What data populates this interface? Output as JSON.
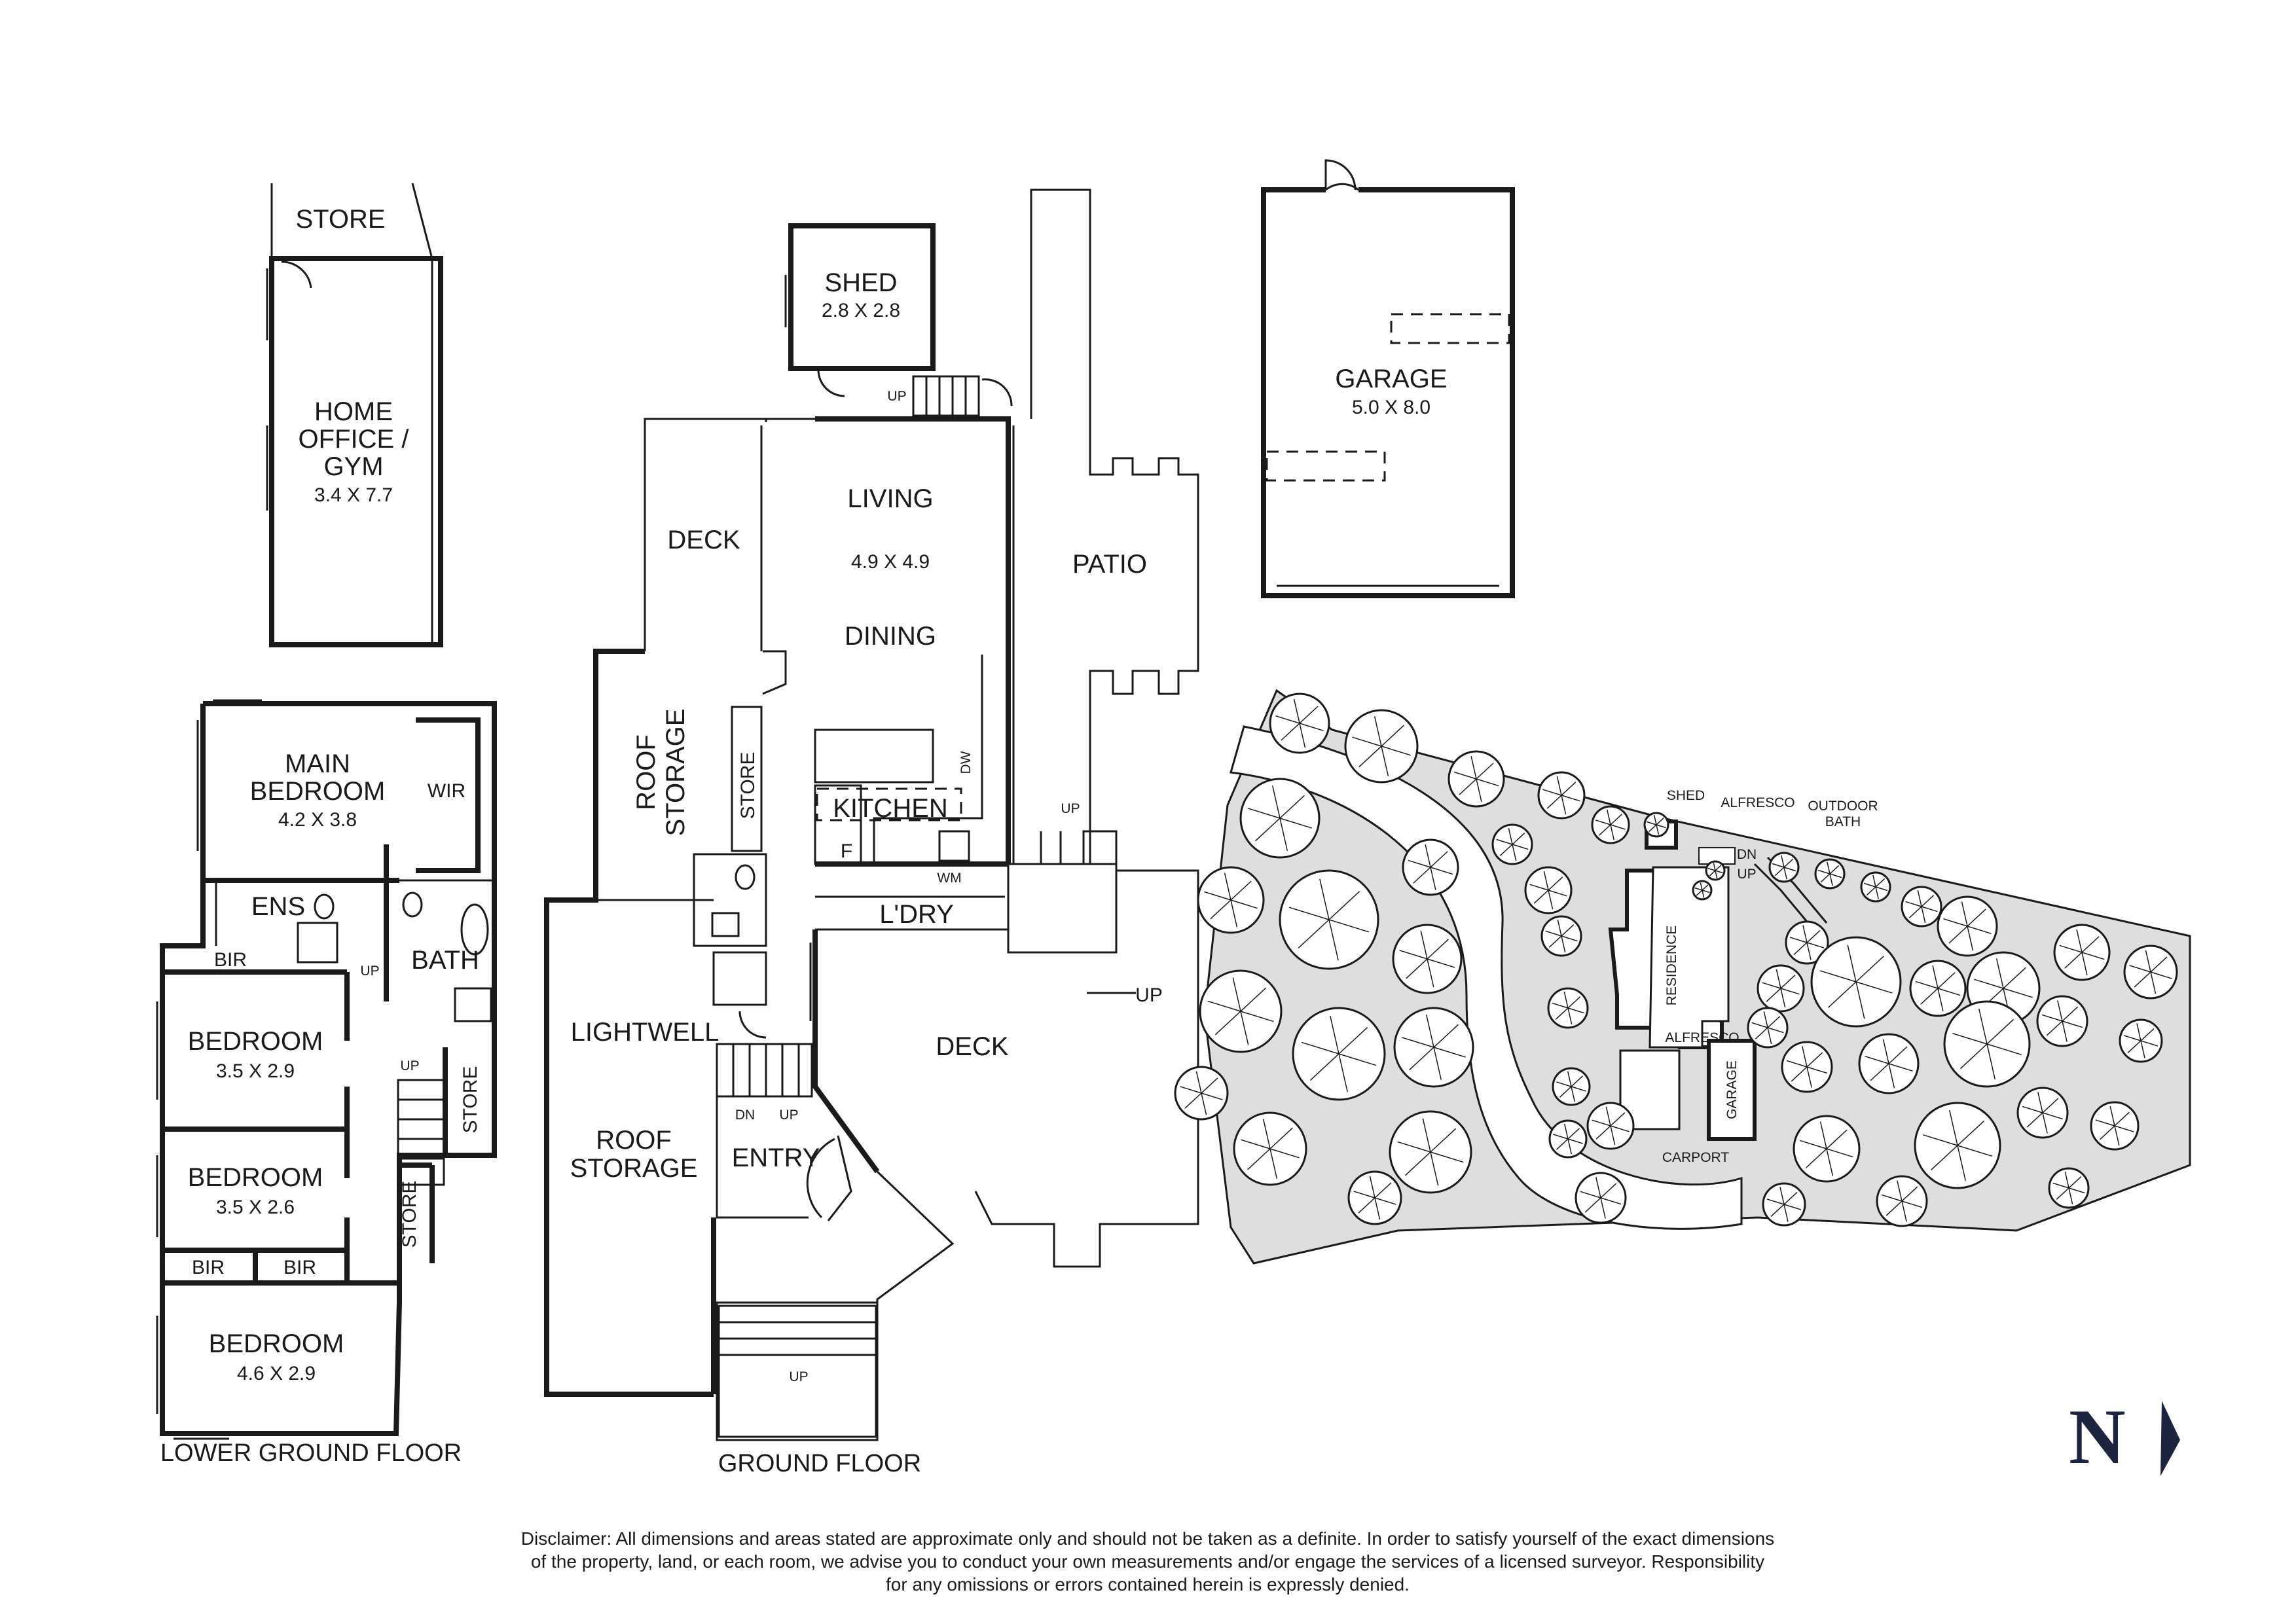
{
  "rooms": {
    "store_top": "STORE",
    "home_office": [
      "HOME",
      "OFFICE /",
      "GYM"
    ],
    "home_office_dim": "3.4 X 7.7",
    "shed": "SHED",
    "shed_dim": "2.8 X 2.8",
    "garage": "GARAGE",
    "garage_dim": "5.0 X 8.0",
    "deck_upper": "DECK",
    "living": "LIVING",
    "living_dim": "4.9 X 4.9",
    "dining": "DINING",
    "patio": "PATIO",
    "kitchen": "KITCHEN",
    "dw": "DW",
    "f": "F",
    "wm": "WM",
    "laundry": "L'DRY",
    "store_mid": "STORE",
    "roof_storage_top": [
      "ROOF",
      "STORAGE"
    ],
    "roof_storage_bottom": [
      "ROOF",
      "STORAGE"
    ],
    "lightwell": "LIGHTWELL",
    "entry": "ENTRY",
    "deck_lower": "DECK",
    "main_bedroom": [
      "MAIN",
      "BEDROOM"
    ],
    "main_bedroom_dim": "4.2 X 3.8",
    "wir": "WIR",
    "ens": "ENS",
    "bath": "BATH",
    "bir1": "BIR",
    "bedroom1": "BEDROOM",
    "bedroom1_dim": "3.5 X 2.9",
    "bedroom2": "BEDROOM",
    "bedroom2_dim": "3.5 X 2.6",
    "bir2": "BIR",
    "bir3": "BIR",
    "bedroom3": "BEDROOM",
    "bedroom3_dim": "4.6 X 2.9",
    "store_right1": "STORE",
    "store_right2": "STORE"
  },
  "arrows": {
    "up": "UP",
    "dn": "DN"
  },
  "floors": {
    "lower_ground": "LOWER GROUND FLOOR",
    "ground": "GROUND FLOOR"
  },
  "site": {
    "shed": "SHED",
    "alfresco_top": "ALFRESCO",
    "outdoor_bath": [
      "OUTDOOR",
      "BATH"
    ],
    "dn": "DN",
    "up": "UP",
    "residence": "RESIDENCE",
    "alfresco_bottom": "ALFRESCO",
    "garage": "GARAGE",
    "carport": "CARPORT"
  },
  "north_label": "N",
  "disclaimer": [
    "Disclaimer: All dimensions and areas stated are approximate only and should not be taken as a definite. In order to satisfy yourself of the exact dimensions",
    "of the property, land, or each room, we advise you to conduct your own measurements and/or engage the services of a licensed surveyor. Responsibility",
    "for any omissions or errors contained herein is expressly denied."
  ],
  "colors": {
    "line": "#1a1a1a",
    "site_fill": "#dedede",
    "north": "#1c2440"
  }
}
